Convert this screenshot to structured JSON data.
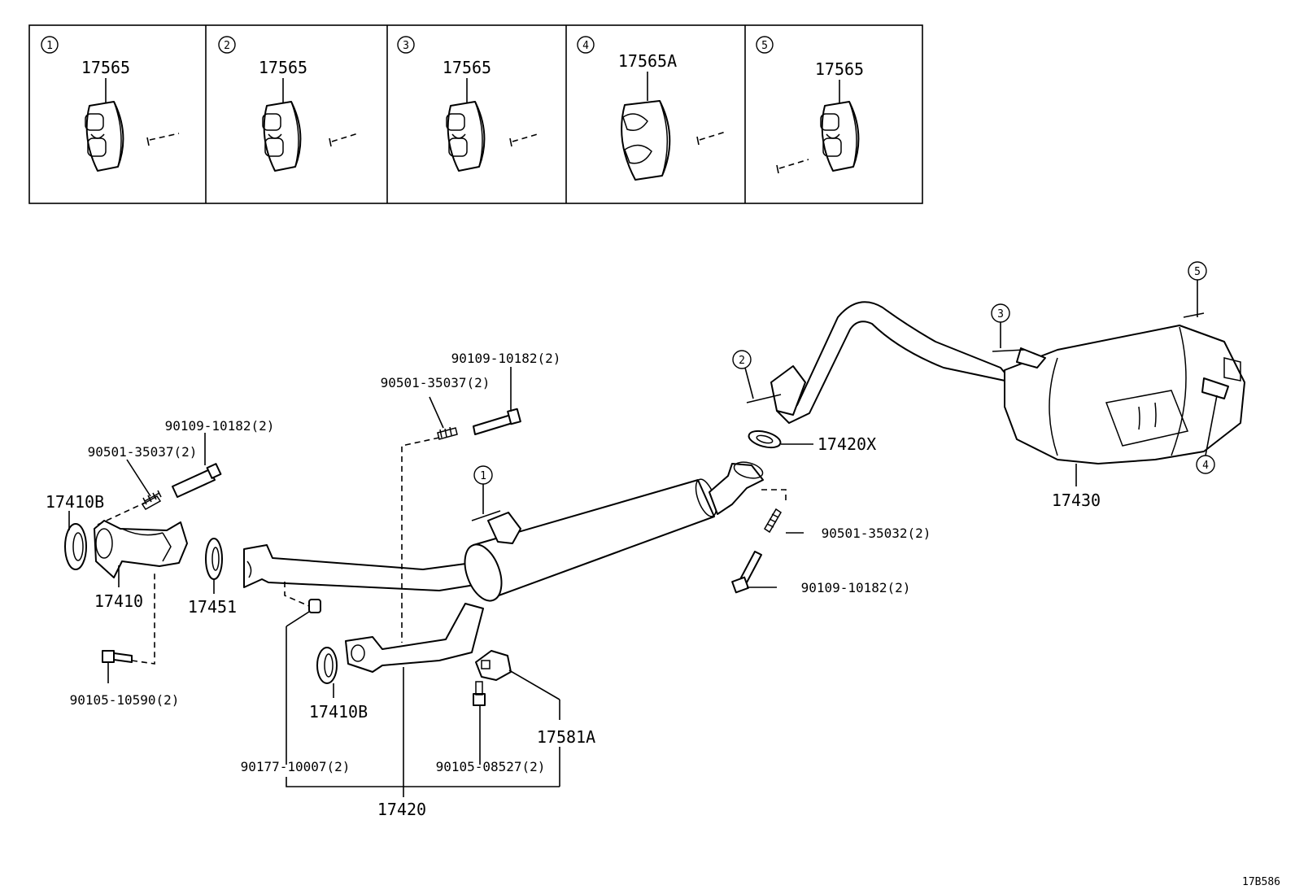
{
  "hanger_panels": [
    {
      "index": "1",
      "part": "17565"
    },
    {
      "index": "2",
      "part": "17565"
    },
    {
      "index": "3",
      "part": "17565"
    },
    {
      "index": "4",
      "part": "17565A"
    },
    {
      "index": "5",
      "part": "17565"
    }
  ],
  "callouts": {
    "c1": "1",
    "c2": "2",
    "c3": "3",
    "c4": "4",
    "c5": "5"
  },
  "labels": {
    "p17410B_left": "17410B",
    "p17410": "17410",
    "p17451": "17451",
    "p17410B_center": "17410B",
    "p17420": "17420",
    "p17420X": "17420X",
    "p17430": "17430",
    "p17581A": "17581A",
    "spring_left": "90501-35037(2)",
    "bolt_left": "90109-10182(2)",
    "spring_center": "90501-35037(2)",
    "bolt_center": "90109-10182(2)",
    "spring_right": "90501-35032(2)",
    "bolt_right": "90109-10182(2)",
    "bolt_bottom_left": "90105-10590(2)",
    "nut_bottom": "90177-10007(2)",
    "bolt_bottom_center": "90105-08527(2)"
  },
  "diagram_code": "17B586"
}
